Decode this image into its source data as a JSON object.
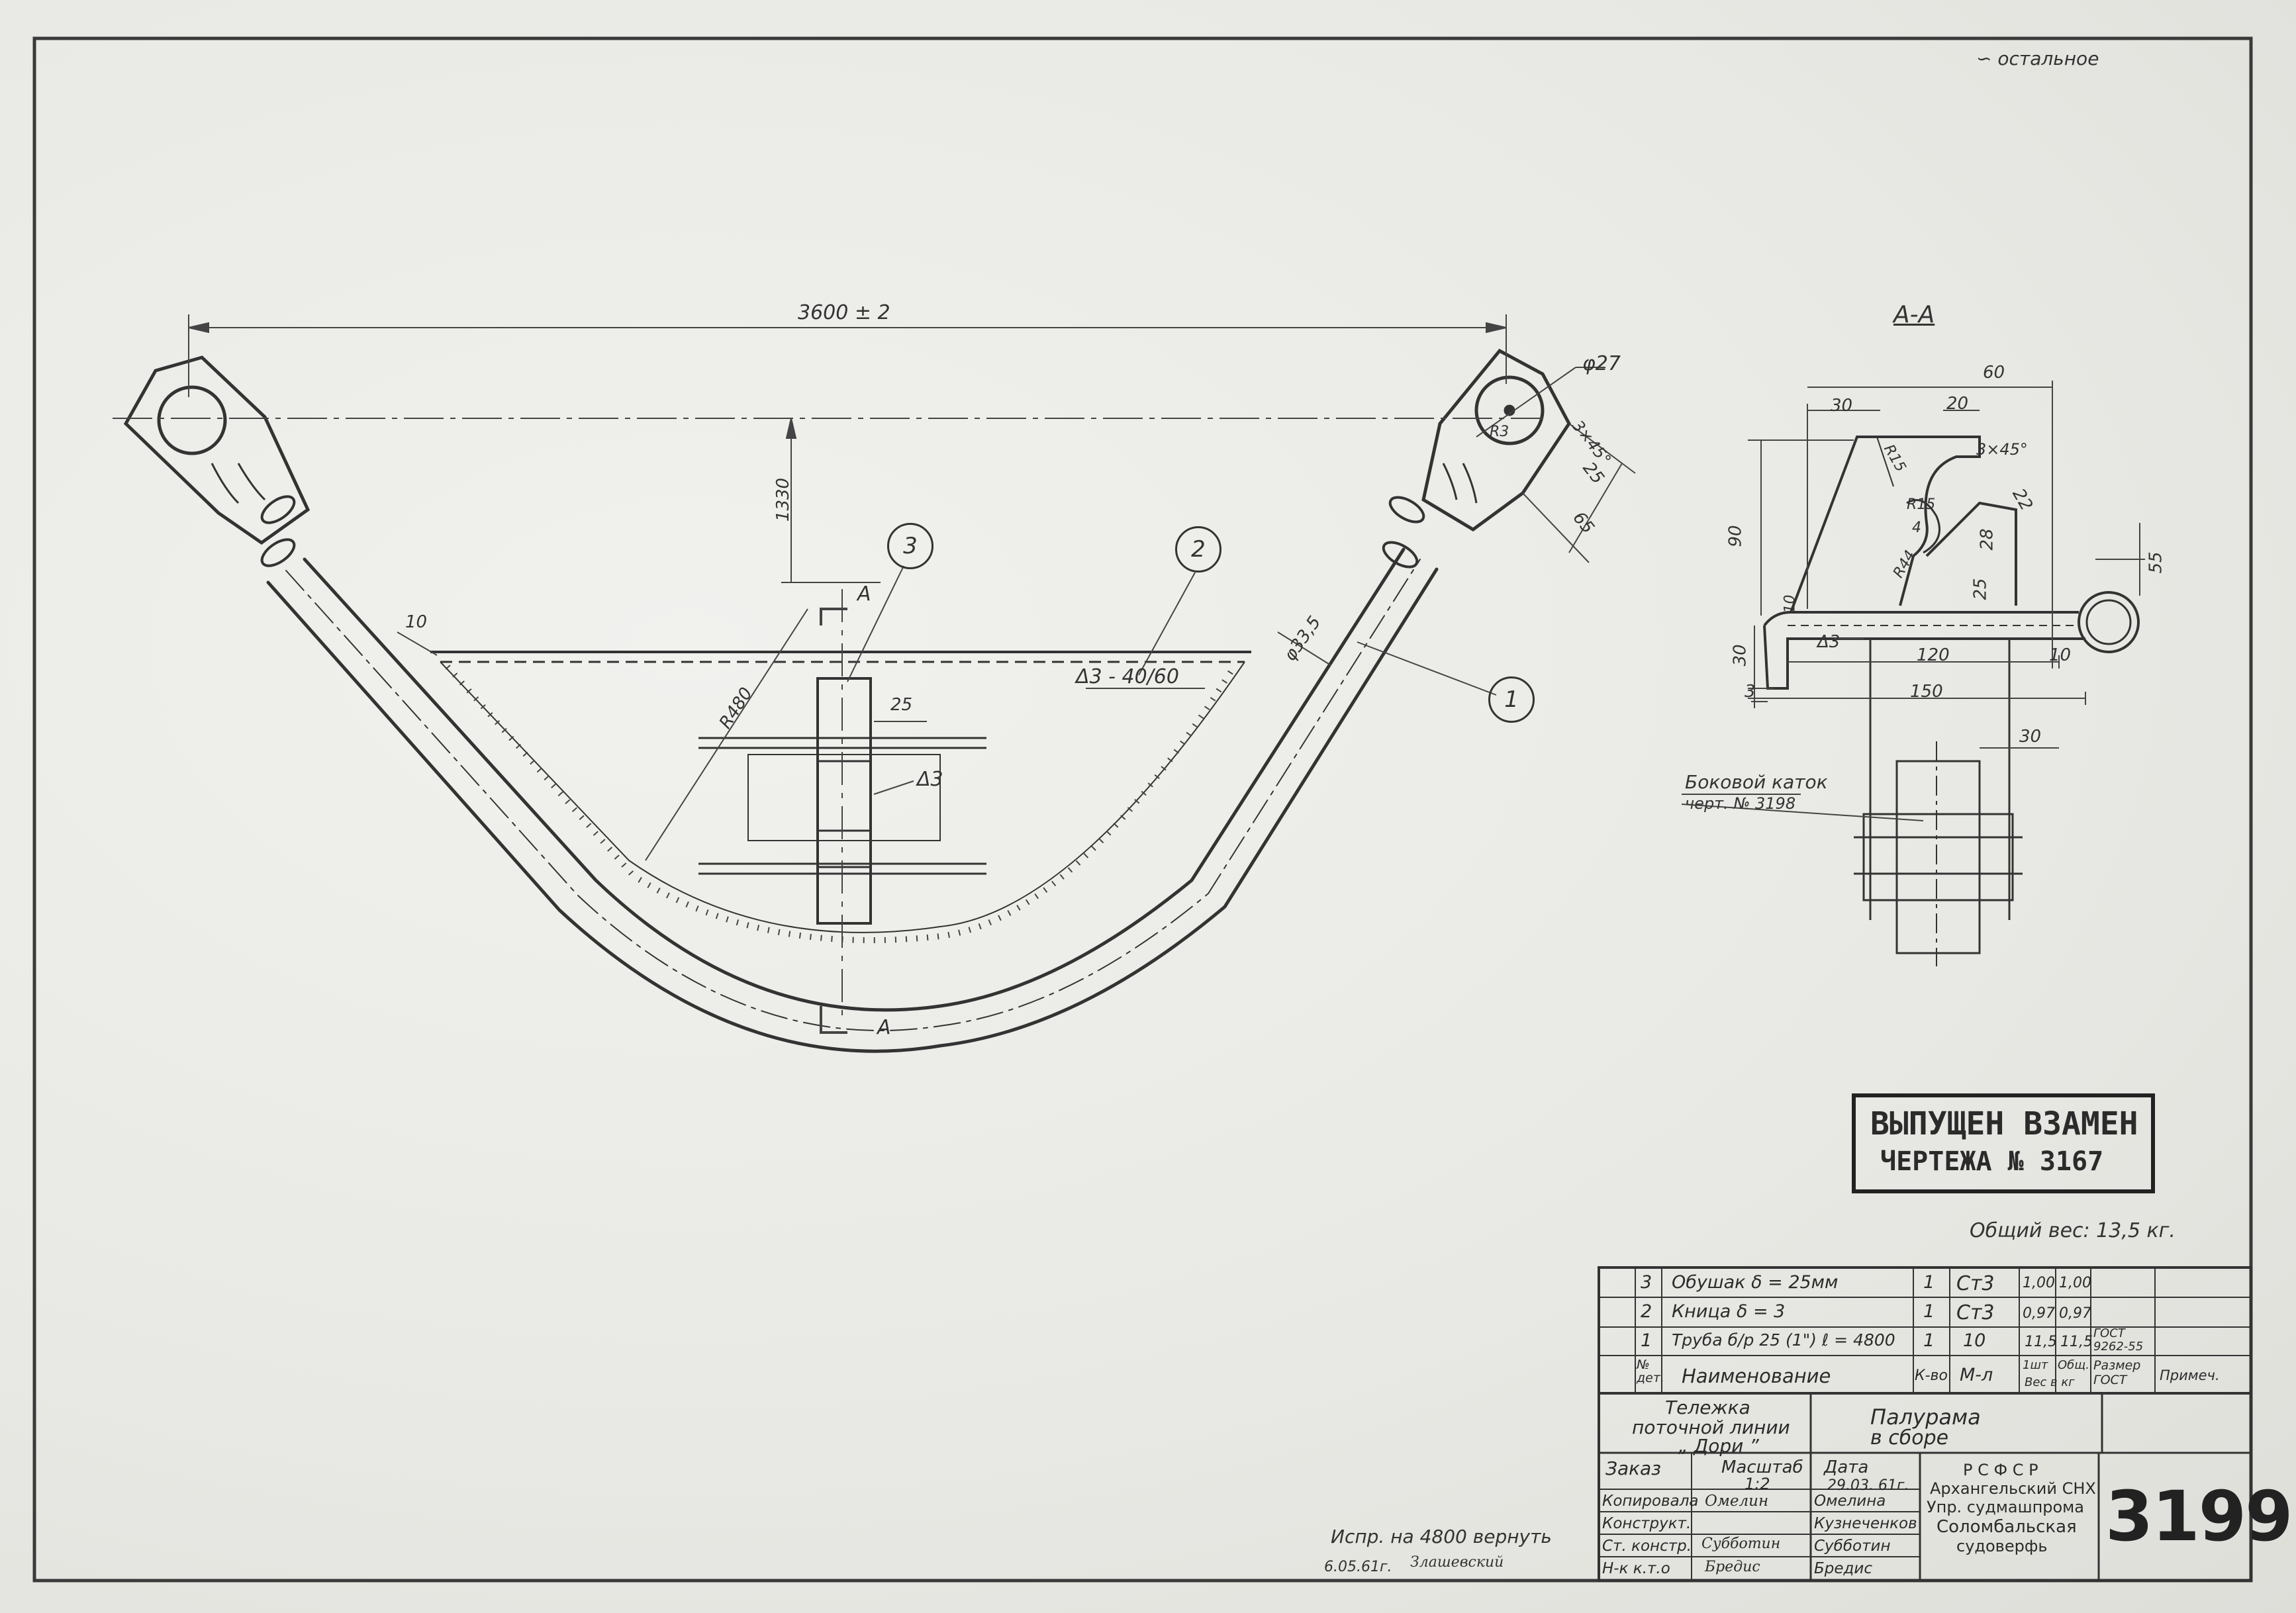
{
  "corner_note": "∽ остальное",
  "main_view": {
    "dim_overall": "3600 ± 2",
    "dim_height": "1330",
    "dim_radius": "R480",
    "dim_10": "10",
    "dim_pipe_dia": "φ33,5",
    "dim_hole": "φ27",
    "dim_r3": "R3",
    "dim_chamfer": "3×45°",
    "dim_25": "25",
    "dim_65": "65",
    "weld_gusset": "Δ3 - 40/60",
    "dim_lug_width": "25",
    "weld_lug": "Δ3",
    "section_mark_top": "A",
    "section_mark_bottom": "A",
    "bubble_1": "1",
    "bubble_2": "2",
    "bubble_3": "3"
  },
  "section_view": {
    "title": "А-А",
    "dim_60": "60",
    "dim_30_top": "30",
    "dim_20": "20",
    "dim_r15": "R15",
    "dim_chamfer": "3×45°",
    "dim_90": "90",
    "dim_r15b": "R15",
    "dim_4": "4",
    "dim_22": "22",
    "dim_28": "28",
    "dim_r44": "R44",
    "dim_25": "25",
    "dim_55": "55",
    "dim_10_left": "10",
    "dim_30_left": "30",
    "weld": "Δ3",
    "dim_120": "120",
    "dim_10_right": "10",
    "dim_3": "3",
    "dim_150": "150",
    "dim_30_bottom": "30",
    "roller_label": "Боковой каток",
    "roller_ref": "черт. № 3198"
  },
  "stamp": {
    "line1": "ВЫПУЩЕН ВЗАМЕН",
    "line2": "ЧЕРТЕЖА № 3167"
  },
  "total_weight": "Общий вес:   13,5 кг.",
  "bom": {
    "rows": [
      {
        "pos": "3",
        "name": "Обушак     δ = 25мм",
        "qty": "1",
        "material": "Ст3",
        "w1": "1,00",
        "w2": "1,00",
        "gost": ""
      },
      {
        "pos": "2",
        "name": "Кница    δ = 3",
        "qty": "1",
        "material": "Ст3",
        "w1": "0,97",
        "w2": "0,97",
        "gost": ""
      },
      {
        "pos": "1",
        "name": "Труба б/р 25 (1\") ℓ = 4800",
        "qty": "1",
        "material": "10",
        "w1": "11,5",
        "w2": "11,5",
        "gost": "ГОСТ 9262-55"
      }
    ],
    "header": {
      "pos": "№ дет.",
      "name": "Наименование",
      "qty": "К-во",
      "material": "М-л",
      "w1": "1шт",
      "w2": "Общ.",
      "w_caption": "Вес в кг",
      "gost": "Размер ГОСТ",
      "note": "Примеч."
    }
  },
  "title_block": {
    "product_line1": "Тележка",
    "product_line2": "поточной линии",
    "product_line3": "„ Дори ”",
    "drawing_line1": "Палурама",
    "drawing_line2": "в сборе",
    "order_label": "Заказ",
    "scale_label": "Масштаб",
    "scale_value": "1:2",
    "date_label": "Дата",
    "date_value": "29.03. 61г.",
    "roles": [
      {
        "role": "Копировала",
        "sign": "Омелин",
        "name": "Омелина"
      },
      {
        "role": "Конструкт.",
        "sign": "",
        "name": "Кузнеченков"
      },
      {
        "role": "Ст. констр.",
        "sign": "Субботин",
        "name": "Субботин"
      },
      {
        "role": "Н-к   к.т.о",
        "sign": "Бредис",
        "name": "Бредис"
      }
    ],
    "org_line1": "Р С Ф С Р",
    "org_line2": "Архангельский СНХ",
    "org_line3": "Упр. судмашпрома",
    "org_line4": "Соломбальская",
    "org_line5": "судоверфь",
    "drawing_number": "3199"
  },
  "revision_note_line1": "Испр. на 4800 вернуть",
  "revision_note_line2": "6.05.61г.",
  "revision_note_sign": "Злашевский"
}
